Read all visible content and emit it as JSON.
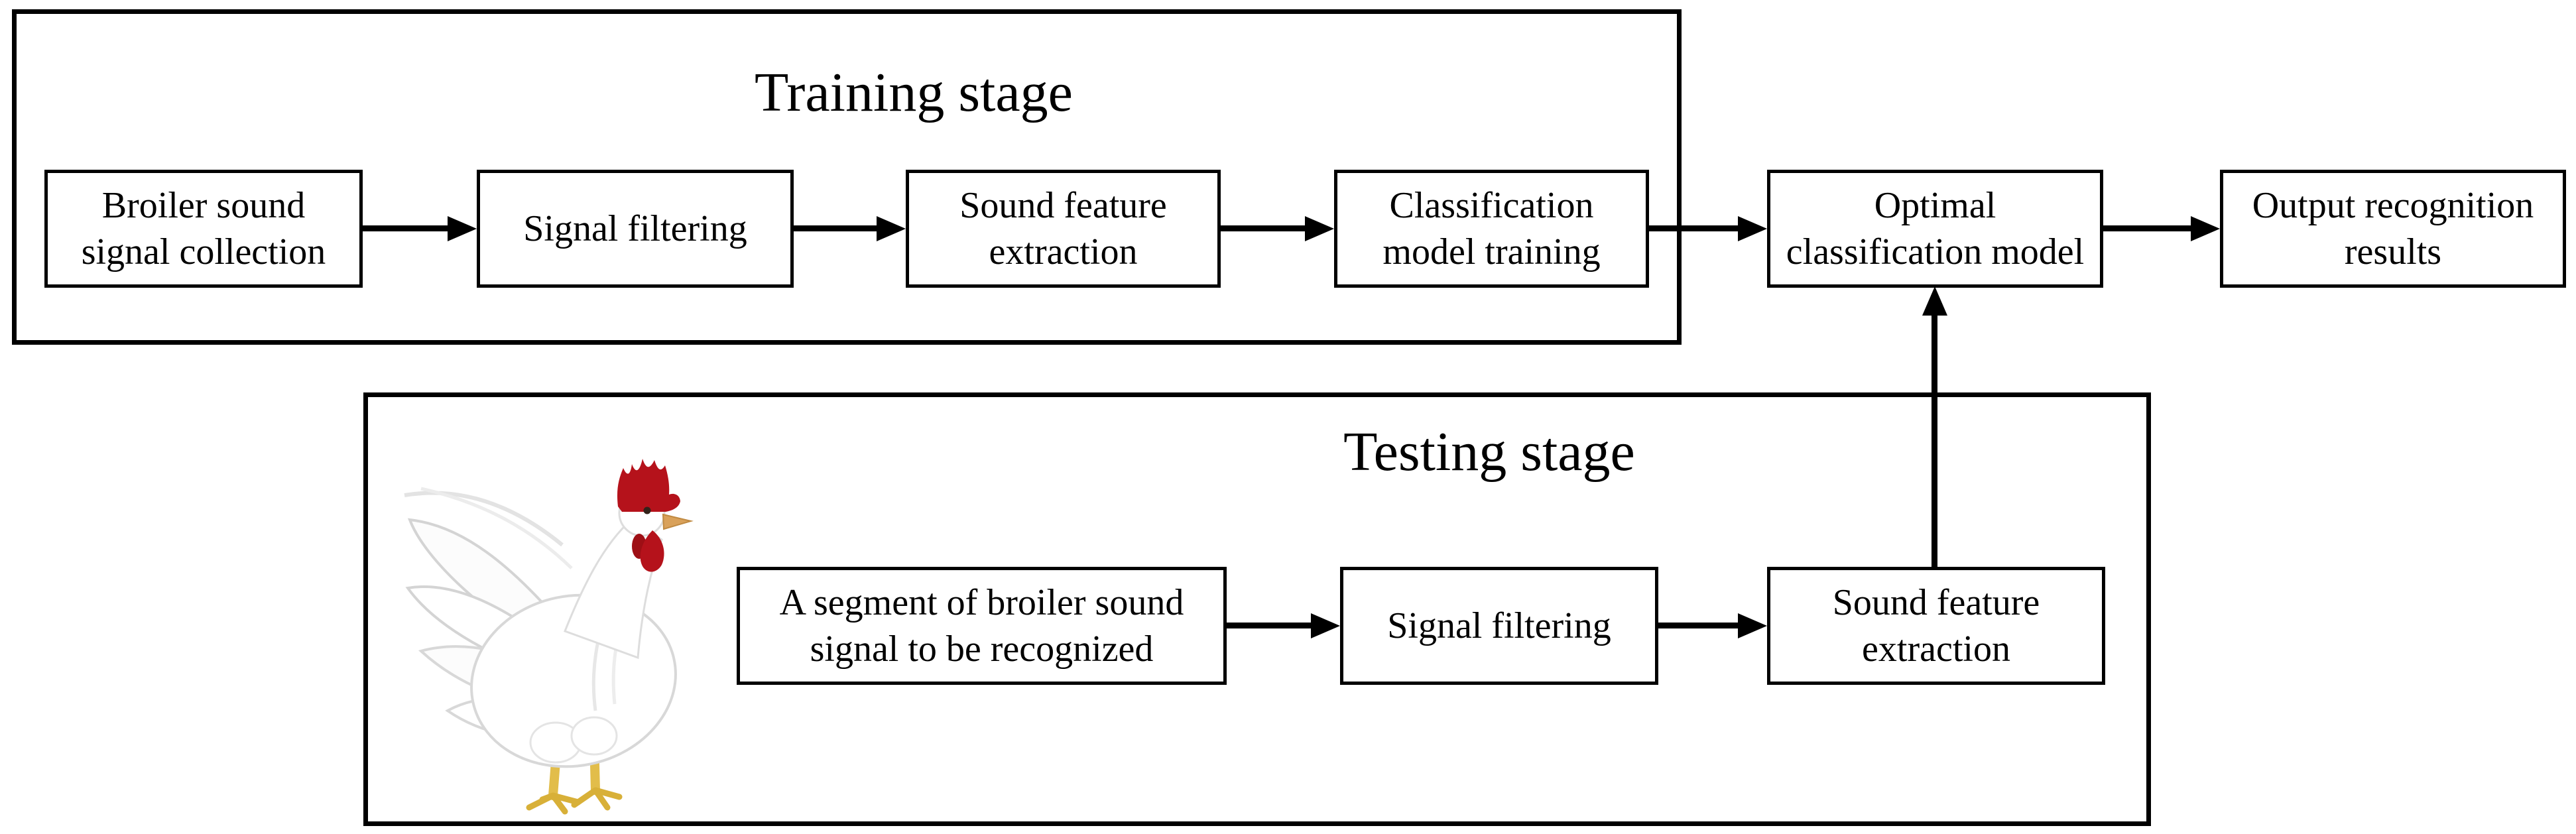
{
  "figure": {
    "background": "#ffffff",
    "line_color": "#000000"
  },
  "training": {
    "title": "Training stage",
    "boxes": {
      "collection": {
        "line1": "Broiler sound",
        "line2": "signal collection"
      },
      "filtering": {
        "label": "Signal filtering"
      },
      "feature": {
        "line1": "Sound feature",
        "line2": "extraction"
      },
      "model_training": {
        "line1": "Classification",
        "line2": "model training"
      }
    }
  },
  "shared": {
    "optimal": {
      "line1": "Optimal",
      "line2": "classification model"
    },
    "output": {
      "line1": "Output recognition",
      "line2": "results"
    }
  },
  "testing": {
    "title": "Testing stage",
    "boxes": {
      "segment": {
        "line1": "A segment of broiler sound",
        "line2": "signal to be recognized"
      },
      "filtering": {
        "label": "Signal filtering"
      },
      "feature": {
        "line1": "Sound feature",
        "line2": "extraction"
      }
    },
    "chicken_icon": "white-broiler-rooster"
  },
  "colors": {
    "comb_red": "#b5121b",
    "wattle_dark_red": "#9e0f15",
    "beak_tan": "#d9a15a",
    "leg_yellow": "#e2bd4a",
    "feather_shade_gray": "#d8d8d8"
  }
}
